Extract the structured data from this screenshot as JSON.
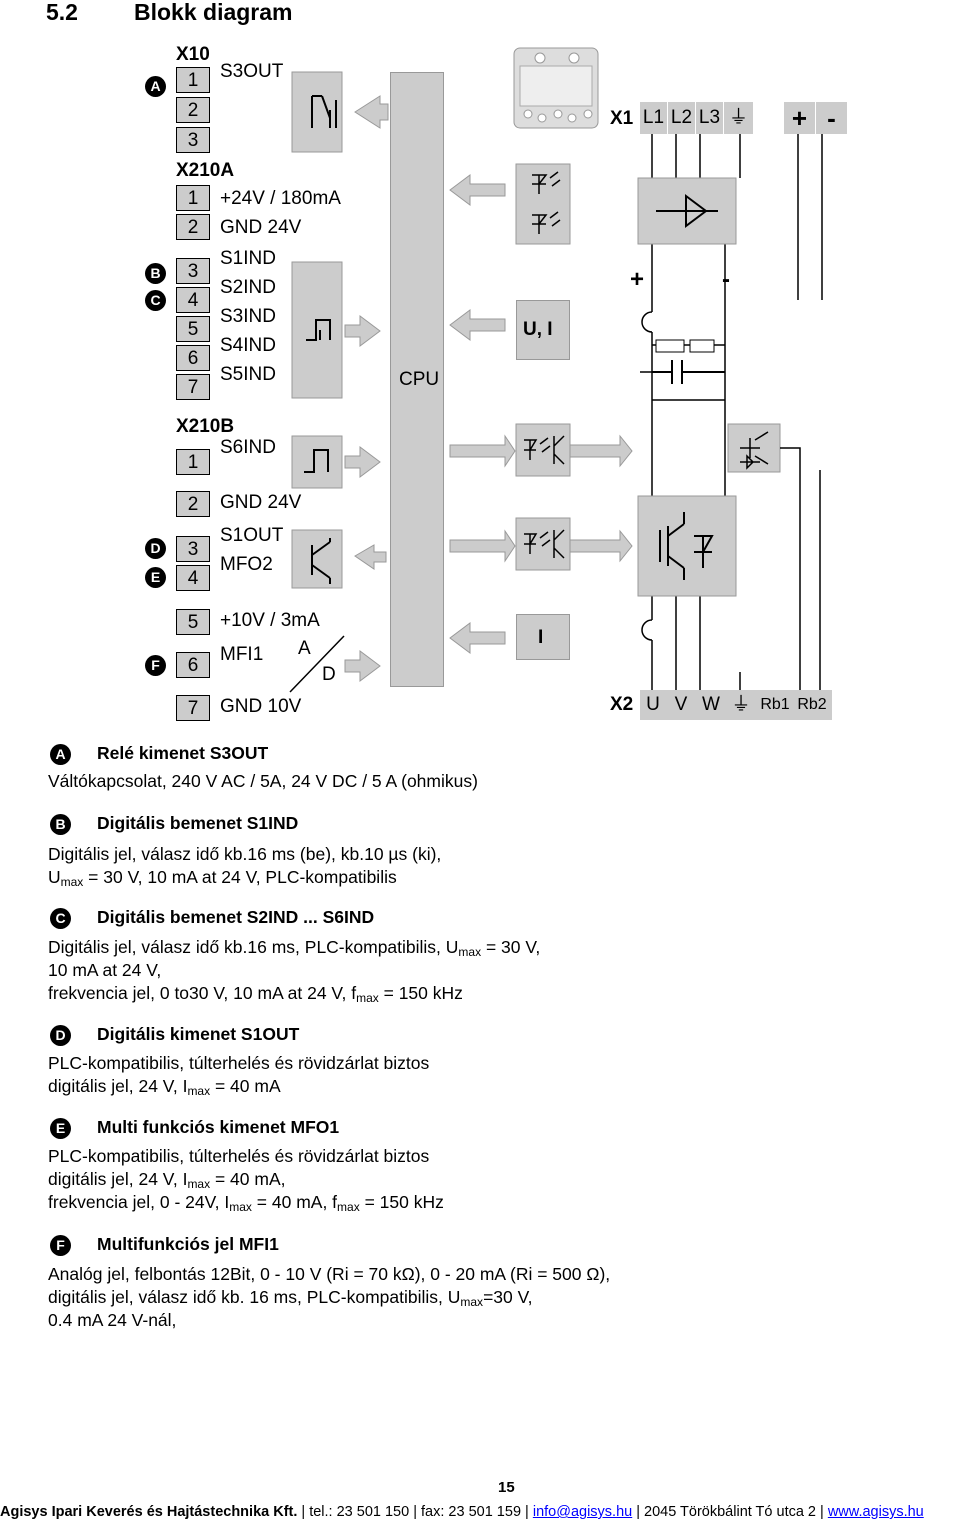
{
  "heading": {
    "number": "5.2",
    "title": "Blokk diagram"
  },
  "connectors": {
    "x10": "X10",
    "x210a": "X210A",
    "x210b": "X210B",
    "x1": "X1",
    "x2": "X2"
  },
  "terminals": {
    "x10": [
      {
        "num": "1",
        "label": "S3OUT"
      },
      {
        "num": "2",
        "label": ""
      },
      {
        "num": "3",
        "label": ""
      }
    ],
    "x210a": [
      {
        "num": "1",
        "label": "+24V / 180mA"
      },
      {
        "num": "2",
        "label": "GND 24V"
      },
      {
        "num": "3",
        "label": "S1IND"
      },
      {
        "num": "4",
        "label": "S2IND"
      },
      {
        "num": "5",
        "label": "S3IND"
      },
      {
        "num": "6",
        "label": "S4IND"
      },
      {
        "num": "7",
        "label": "S5IND"
      }
    ],
    "x210b": [
      {
        "num": "1",
        "label": "S6IND"
      },
      {
        "num": "2",
        "label": "GND 24V"
      },
      {
        "num": "3",
        "label": "S1OUT"
      },
      {
        "num": "4",
        "label": "MFO2"
      },
      {
        "num": "5",
        "label": "+10V / 3mA"
      },
      {
        "num": "6",
        "label": "MFI1"
      },
      {
        "num": "7",
        "label": "GND 10V"
      }
    ]
  },
  "badges": [
    "A",
    "B",
    "C",
    "D",
    "E",
    "F"
  ],
  "blocks": {
    "cpu": "CPU",
    "ui": "U, I",
    "i": "I",
    "adc_a": "A",
    "adc_d": "D"
  },
  "power": {
    "x1_terms": [
      "L1",
      "L2",
      "L3",
      "⏚",
      "+",
      "-"
    ],
    "x2_terms": [
      "U",
      "V",
      "W",
      "⏚",
      "Rb1",
      "Rb2"
    ],
    "dc_plus": "+",
    "dc_minus": "-"
  },
  "descriptions": [
    {
      "badge": "A",
      "title": "Relé kimenet S3OUT",
      "lines": [
        "Váltókapcsolat, 240 V AC / 5A, 24 V DC / 5 A (ohmikus)"
      ]
    },
    {
      "badge": "B",
      "title": "Digitális bemenet S1IND",
      "lines": [
        "Digitális jel, válasz idő kb.16 ms (be), kb.10 µs (ki),"
      ],
      "umax_line": {
        "pre": "U",
        "sub": "max",
        "post": " = 30 V, 10 mA at 24 V, PLC-kompatibilis"
      }
    },
    {
      "badge": "C",
      "title": "Digitális bemenet S2IND ... S6IND",
      "l1": {
        "pre": "Digitális jel, válasz idő kb.16 ms, PLC-kompatibilis, U",
        "sub": "max",
        "post": " = 30 V,"
      },
      "l2": "10 mA at 24 V,",
      "l3": {
        "pre": "frekvencia jel, 0 to30 V, 10 mA at 24 V, f",
        "sub": "max",
        "post": " = 150 kHz"
      }
    },
    {
      "badge": "D",
      "title": "Digitális kimenet S1OUT",
      "l1": "PLC-kompatibilis, túlterhelés és rövidzárlat biztos",
      "l2": {
        "pre": "digitális jel, 24 V, I",
        "sub": "max",
        "post": " = 40 mA"
      }
    },
    {
      "badge": "E",
      "title": "Multi funkciós kimenet MFO1",
      "l1": "PLC-kompatibilis, túlterhelés és rövidzárlat biztos",
      "l2": {
        "pre": "digitális jel, 24 V, I",
        "sub": "max",
        "post": " = 40 mA,"
      },
      "l3": {
        "pre": "frekvencia jel, 0 - 24V, I",
        "sub": "max",
        "post": " = 40 mA, f",
        "sub2": "max",
        "post2": " = 150 kHz"
      }
    },
    {
      "badge": "F",
      "title": "Multifunkciós jel MFI1",
      "l1": "Analóg jel, felbontás 12Bit, 0 - 10 V (Ri = 70 kΩ), 0 - 20 mA (Ri = 500 Ω),",
      "l2": {
        "pre": "digitális jel, válasz idő kb. 16 ms, PLC-kompatibilis, U",
        "sub": "max",
        "post": "=30 V,"
      },
      "l3": "0.4 mA 24 V-nál,"
    }
  ],
  "page_number": "15",
  "footer": {
    "company": "Agisys Ipari Keverés és Hajtástechnika Kft.",
    "tel": "tel.: 23 501 150",
    "fax": "fax: 23 501 159",
    "email": "info@agisys.hu",
    "address": "2045 Törökbálint Tó utca 2",
    "web": "www.agisys.hu",
    "sep": " | "
  }
}
